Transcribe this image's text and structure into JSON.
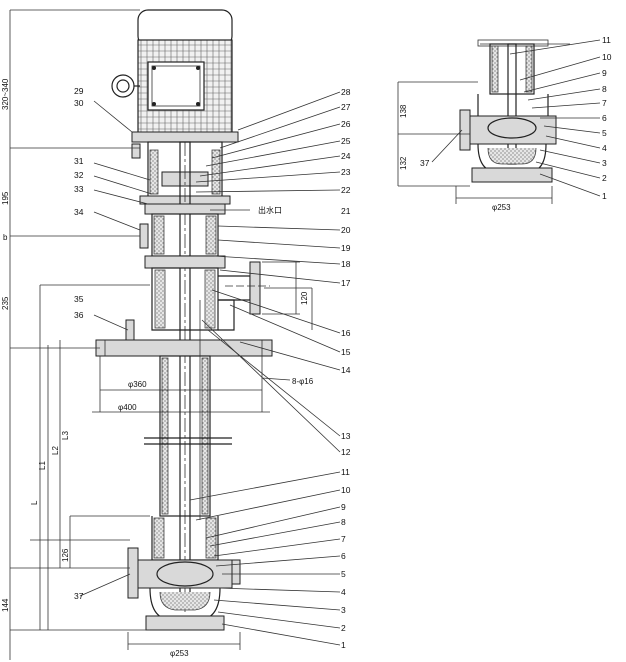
{
  "main_view": {
    "callouts_left": [
      "29",
      "30",
      "31",
      "32",
      "33",
      "34",
      "35",
      "36",
      "37"
    ],
    "callouts_right": [
      "28",
      "27",
      "26",
      "25",
      "24",
      "23",
      "22",
      "21",
      "20",
      "19",
      "18",
      "17",
      "16",
      "15",
      "14",
      "13",
      "12",
      "11",
      "10",
      "9",
      "8",
      "7",
      "6",
      "5",
      "4",
      "3",
      "2",
      "1"
    ],
    "annotation_21": "出水口",
    "dims_left": [
      "320~340",
      "195",
      "235",
      "144"
    ],
    "dims_height": [
      "L",
      "L1",
      "L2",
      "L3",
      "126"
    ],
    "dims_flange": [
      "φ360",
      "φ400"
    ],
    "bolt_spec": "8-φ16",
    "dim_outlet": "120",
    "base_dia": "φ253",
    "letter_b": "b"
  },
  "detail_view": {
    "callouts_right": [
      "11",
      "10",
      "9",
      "8",
      "7",
      "6",
      "5",
      "4",
      "3",
      "2",
      "1"
    ],
    "callout_left": "37",
    "dims_left": [
      "138",
      "132"
    ],
    "base_dia": "φ253"
  }
}
